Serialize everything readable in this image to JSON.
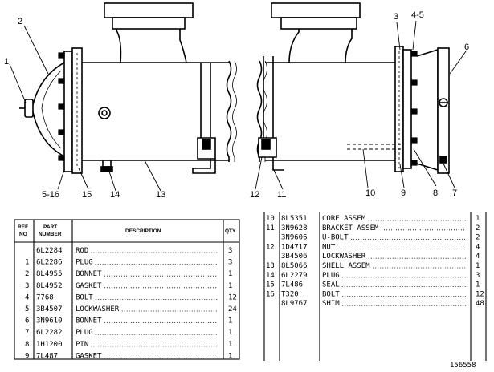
{
  "figure": {
    "number": "156558",
    "left_callouts": [
      "1",
      "2",
      "5-16",
      "15",
      "14",
      "13"
    ],
    "right_callouts": [
      "3",
      "4-5",
      "6",
      "7",
      "8",
      "9",
      "10",
      "11",
      "12"
    ]
  },
  "table_left": {
    "headers": {
      "ref_no": [
        "REF",
        "NO"
      ],
      "part_number": [
        "PART",
        "NUMBER"
      ],
      "description": "DESCRIPTION",
      "qty": "QTY"
    },
    "rows": [
      {
        "ref": "",
        "part": "6L2284",
        "desc": "ROD",
        "qty": "3"
      },
      {
        "ref": "1",
        "part": "6L2286",
        "desc": "PLUG",
        "qty": "3"
      },
      {
        "ref": "2",
        "part": "8L4955",
        "desc": "BONNET",
        "qty": "1"
      },
      {
        "ref": "3",
        "part": "8L4952",
        "desc": "GASKET",
        "qty": "1"
      },
      {
        "ref": "4",
        "part": "7768",
        "desc": "BOLT",
        "qty": "12"
      },
      {
        "ref": "5",
        "part": "3B4507",
        "desc": "LOCKWASHER",
        "qty": "24"
      },
      {
        "ref": "6",
        "part": "3N9610",
        "desc": "BONNET",
        "qty": "1"
      },
      {
        "ref": "7",
        "part": "6L2282",
        "desc": "PLUG",
        "qty": "1"
      },
      {
        "ref": "8",
        "part": "1H1200",
        "desc": "PIN",
        "qty": "1"
      },
      {
        "ref": "9",
        "part": "7L487",
        "desc": "GASKET",
        "qty": "1"
      }
    ]
  },
  "table_right": {
    "rows": [
      {
        "ref": "10",
        "part": "8L5351",
        "desc": "CORE ASSEM",
        "qty": "1"
      },
      {
        "ref": "11",
        "part": "3N9628",
        "desc": "BRACKET ASSEM",
        "qty": "2"
      },
      {
        "ref": "",
        "part": "3N9606",
        "desc": "U-BOLT",
        "qty": "2"
      },
      {
        "ref": "12",
        "part": "1D4717",
        "desc": "NUT",
        "qty": "4"
      },
      {
        "ref": "",
        "part": "3B4506",
        "desc": "LOCKWASHER",
        "qty": "4"
      },
      {
        "ref": "13",
        "part": "8L5066",
        "desc": "SHELL ASSEM",
        "qty": "1"
      },
      {
        "ref": "14",
        "part": "6L2279",
        "desc": "PLUG",
        "qty": "3"
      },
      {
        "ref": "15",
        "part": "7L486",
        "desc": "SEAL",
        "qty": "1"
      },
      {
        "ref": "16",
        "part": "T320",
        "desc": "BOLT",
        "qty": "12"
      },
      {
        "ref": "",
        "part": "8L9767",
        "desc": "SHIM",
        "qty": "48"
      }
    ]
  }
}
